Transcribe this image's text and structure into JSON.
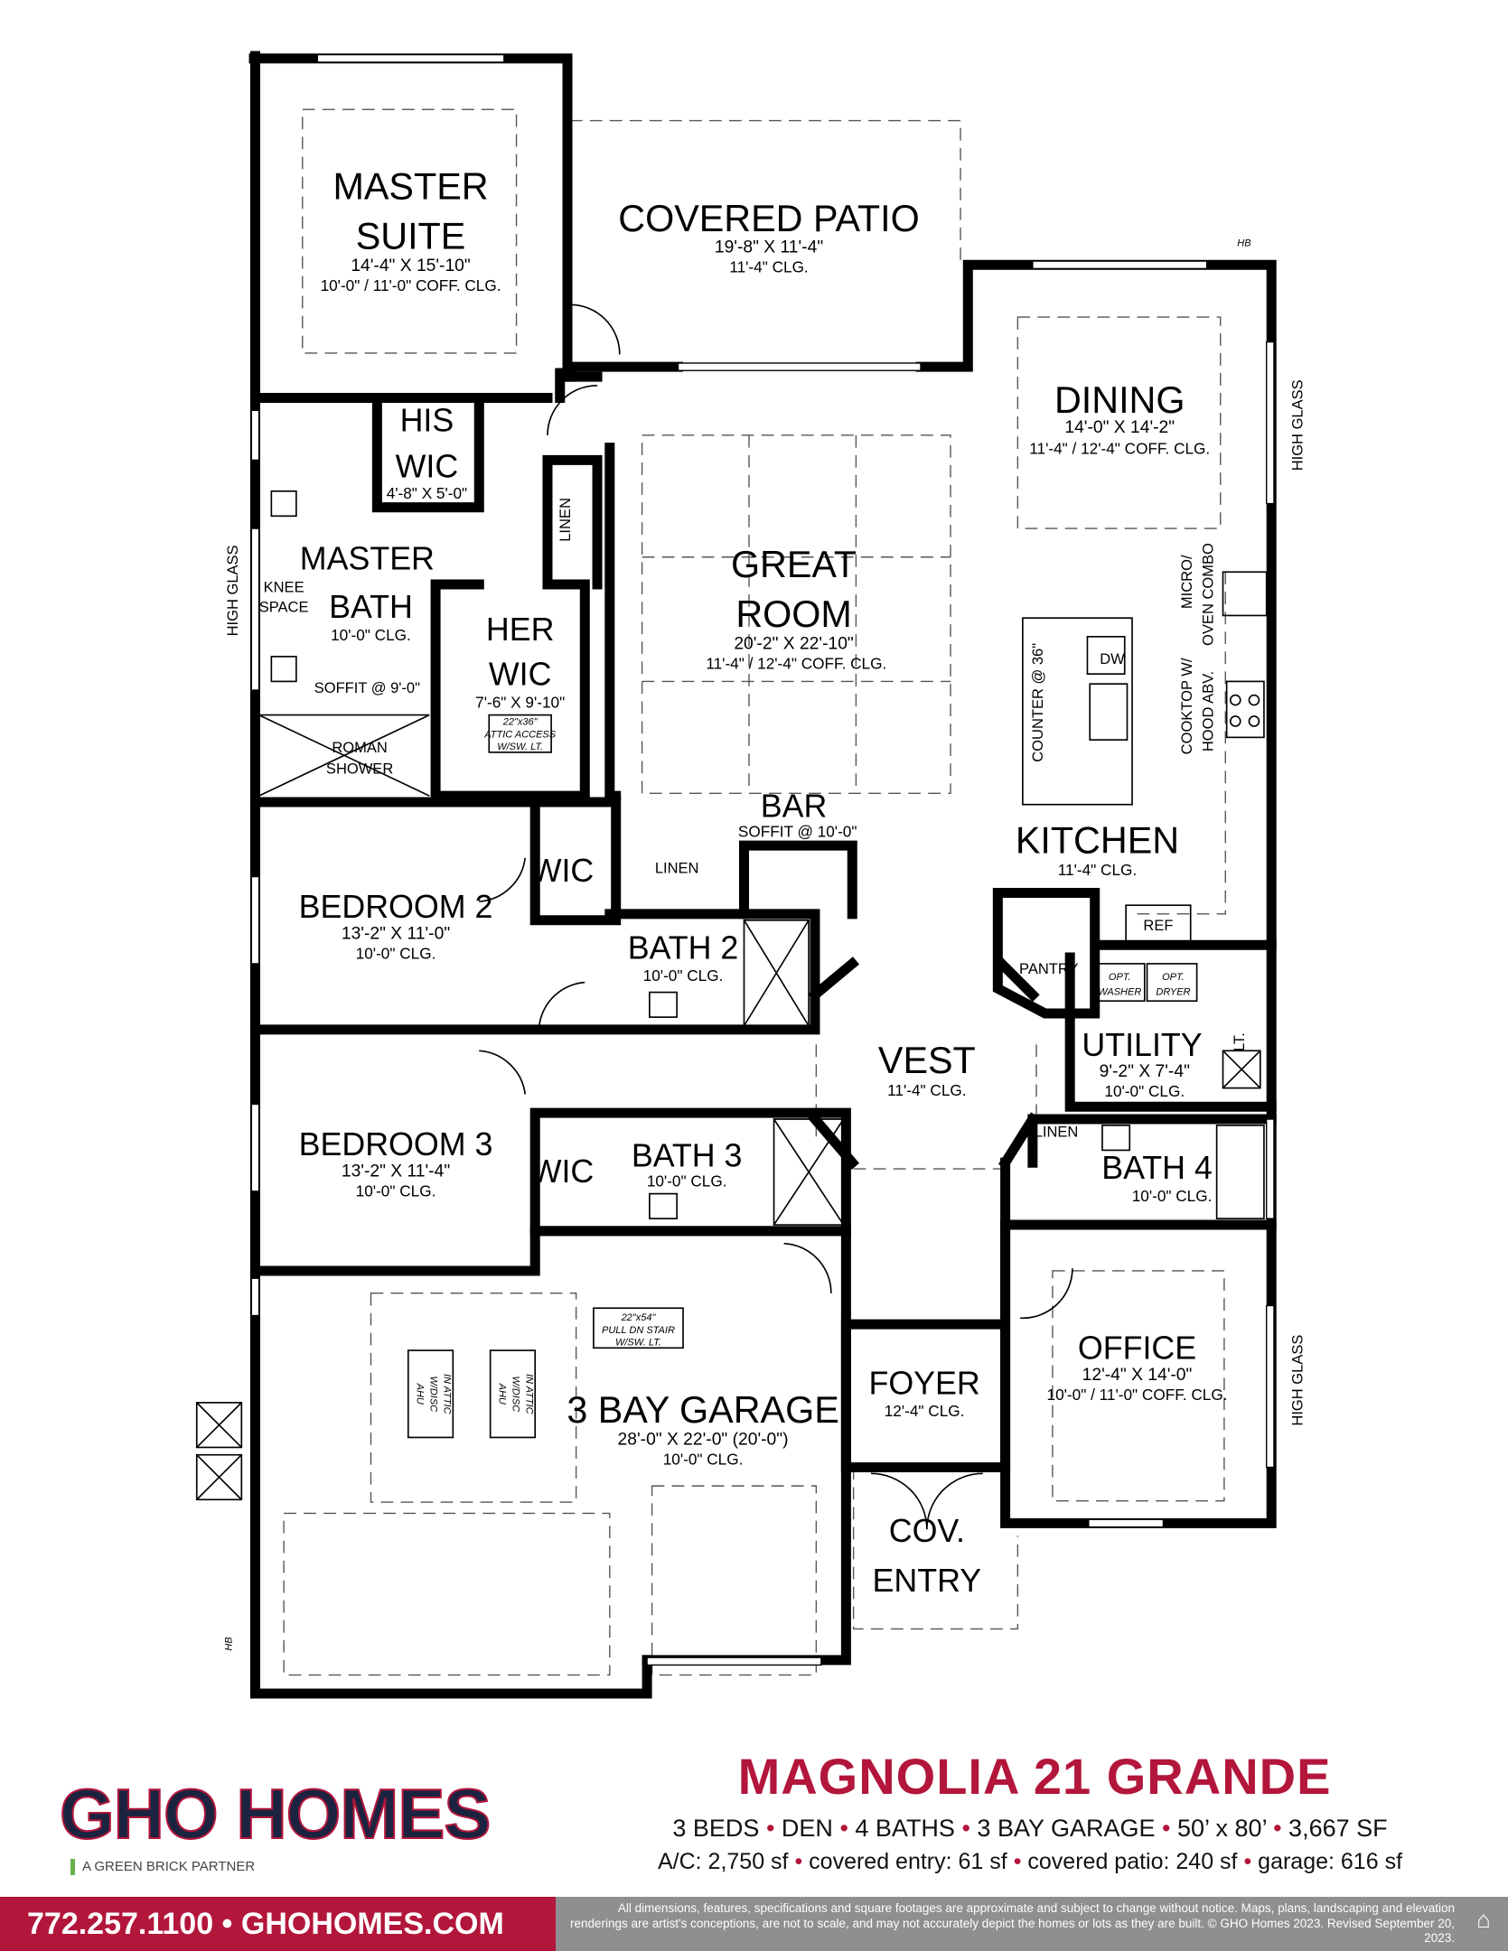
{
  "plan_name": "MAGNOLIA 21 GRANDE",
  "specs_line1": [
    "3 BEDS",
    "DEN",
    "4 BATHS",
    "3 BAY GARAGE",
    "50’ x 80’",
    "3,667 SF"
  ],
  "specs_line2": [
    "A/C: 2,750 sf",
    "covered entry: 61 sf",
    "covered patio: 240 sf",
    "garage: 616 sf"
  ],
  "separator": "•",
  "brand": {
    "logo_text": "GHO HOMES",
    "partner": "A GREEN BRICK PARTNER",
    "contact": "772.257.1100 • GHOHOMES.COM"
  },
  "disclaimer": "All dimensions, features, specifications and square footages are approximate and subject to change without notice. Maps, plans, landscaping and elevation renderings are artist's conceptions, are not to scale, and may not accurately depict the homes or lots as they are built. © GHO Homes 2023. Revised September 20, 2023.",
  "colors": {
    "brand_red": "#b3163b",
    "brand_navy": "#1c2340",
    "footer_gray": "#8e8f91"
  },
  "icons": [
    "equal-housing-icon"
  ],
  "rooms": {
    "master_suite": {
      "name1": "MASTER",
      "name2": "SUITE",
      "dims": "14'-4\" X 15'-10\"",
      "clg": "10'-0\" / 11'-0\" COFF. CLG."
    },
    "covered_patio": {
      "name": "COVERED PATIO",
      "dims": "19'-8\" X 11'-4\"",
      "clg": "11'-4\" CLG."
    },
    "dining": {
      "name": "DINING",
      "dims": "14'-0\" X 14'-2\"",
      "clg": "11'-4\" / 12'-4\" COFF. CLG."
    },
    "great_room": {
      "name1": "GREAT",
      "name2": "ROOM",
      "dims": "20'-2\" X 22'-10\"",
      "clg": "11'-4\" / 12'-4\" COFF. CLG."
    },
    "his_wic": {
      "name1": "HIS",
      "name2": "WIC",
      "dims": "4'-8\" X 5'-0\""
    },
    "master_bath": {
      "name1": "MASTER",
      "name2": "BATH",
      "clg": "10'-0\" CLG.",
      "knee1": "KNEE",
      "knee2": "SPACE",
      "soffit": "SOFFIT @ 9'-0\"",
      "shower1": "ROMAN",
      "shower2": "SHOWER"
    },
    "her_wic": {
      "name1": "HER",
      "name2": "WIC",
      "dims": "7'-6\" X 9'-10\"",
      "attic1": "22\"x36\"",
      "attic2": "ATTIC ACCESS",
      "attic3": "W/SW. LT."
    },
    "linen_master": "LINEN",
    "high_glass": "HIGH GLASS",
    "kitchen": {
      "name": "KITCHEN",
      "clg": "11'-4\" CLG.",
      "micro1": "MICRO/",
      "micro2": "OVEN COMBO",
      "cook1": "COOKTOP W/",
      "cook2": "HOOD ABV.",
      "counter": "COUNTER @ 36\"",
      "dw": "DW",
      "ref": "REF"
    },
    "bar": {
      "name": "BAR",
      "soffit": "SOFFIT @ 10'-0\""
    },
    "pantry": "PANTRY",
    "utility": {
      "name": "UTILITY",
      "dims": "9'-2\" X 7'-4\"",
      "clg": "10'-0\" CLG.",
      "washer1": "OPT.",
      "washer2": "WASHER",
      "dryer1": "OPT.",
      "dryer2": "DRYER",
      "lt": "LT."
    },
    "bedroom2": {
      "name": "BEDROOM 2",
      "dims": "13'-2\" X 11'-0\"",
      "clg": "10'-0\" CLG.",
      "wic": "WIC"
    },
    "linen_hall": "LINEN",
    "bath2": {
      "name": "BATH 2",
      "clg": "10'-0\" CLG."
    },
    "vest": {
      "name": "VEST",
      "clg": "11'-4\"  CLG."
    },
    "bedroom3": {
      "name": "BEDROOM 3",
      "dims": "13'-2\" X 11'-4\"",
      "clg": "10'-0\" CLG.",
      "wic": "WIC"
    },
    "bath3": {
      "name": "BATH 3",
      "clg": "10'-0\" CLG."
    },
    "linen_bath4": "LINEN",
    "bath4": {
      "name": "BATH 4",
      "clg": "10'-0\" CLG."
    },
    "garage": {
      "name": "3 BAY GARAGE",
      "dims": "28'-0\" X 22'-0\" (20'-0\")",
      "clg": "10'-0\" CLG.",
      "stair1": "22\"x54\"",
      "stair2": "PULL DN STAIR",
      "stair3": "W/SW. LT.",
      "ahu1": "AHU",
      "ahu2": "W/DISC",
      "ahu3": "IN ATTIC"
    },
    "foyer": {
      "name": "FOYER",
      "clg": "12'-4\" CLG."
    },
    "cov_entry": {
      "name1": "COV.",
      "name2": "ENTRY"
    },
    "office": {
      "name": "OFFICE",
      "dims": "12'-4\" X 14'-0\"",
      "clg": "10'-0\" / 11'-0\" COFF. CLG."
    },
    "hose_bib": "HB"
  }
}
